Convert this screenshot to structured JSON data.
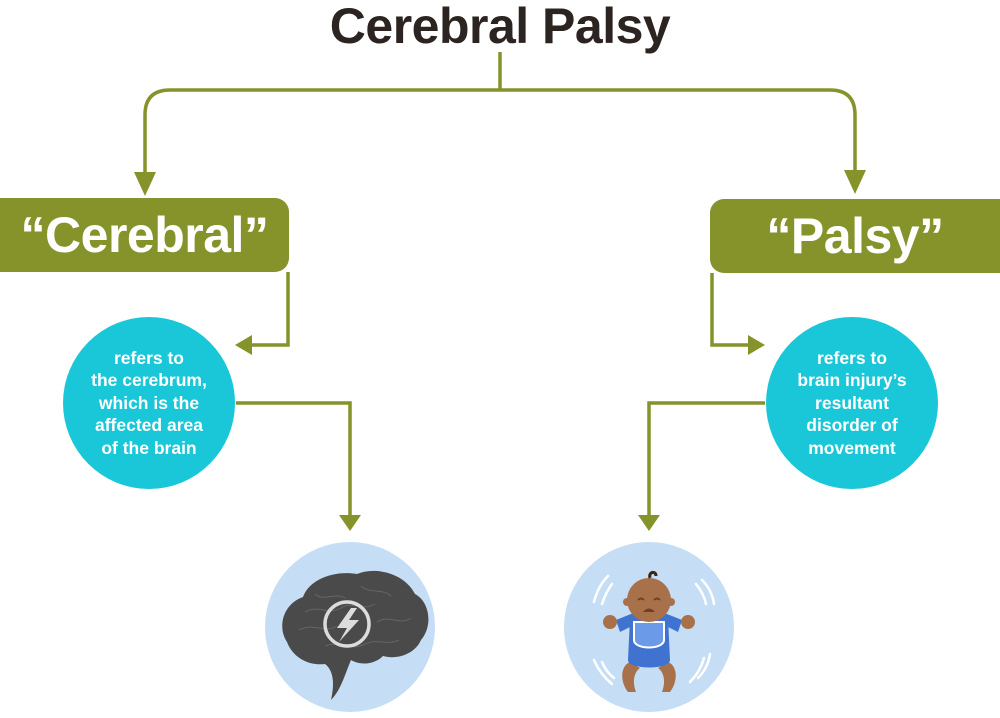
{
  "diagram": {
    "title": "Cerebral Palsy",
    "colors": {
      "title_text": "#2b2420",
      "term_box": "#86922a",
      "connector": "#86922a",
      "definition_circle": "#1ac7d8",
      "illustration_circle": "#c5def5",
      "brain": "#4a4a4a",
      "baby_outfit": "#3f73cf",
      "baby_skin": "#a9714a"
    },
    "branches": [
      {
        "term": "“Cerebral”",
        "definition": "refers to\nthe cerebrum,\nwhich is the\naffected area\nof the brain",
        "illustration": "brain-with-lightning-icon"
      },
      {
        "term": "“Palsy”",
        "definition": "refers to\nbrain injury’s\nresultant\ndisorder of\nmovement",
        "illustration": "baby-flailing-icon"
      }
    ]
  }
}
